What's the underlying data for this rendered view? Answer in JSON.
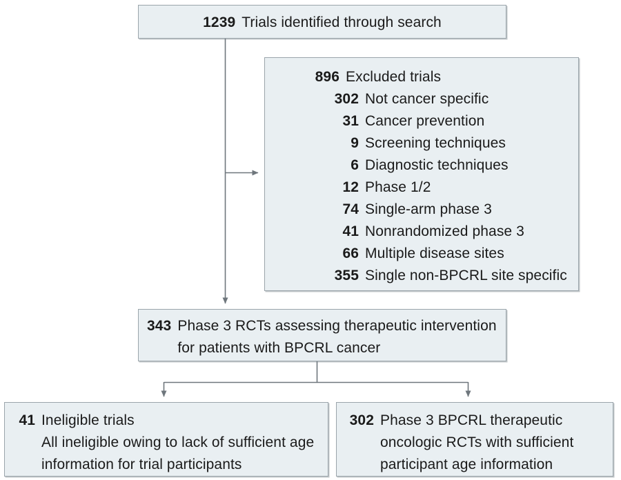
{
  "figure": {
    "type": "flow-diagram",
    "title": "Study selection flow diagram",
    "colors": {
      "box_fill": "#e9eff2",
      "box_border": "#9aa4aa",
      "connector": "#6e767c",
      "text": "#1a1a1a"
    }
  },
  "nodes": {
    "identified": {
      "count": "1239",
      "label": "Trials identified through search"
    },
    "excluded": {
      "count": "896",
      "label": "Excluded trials",
      "reasons": [
        {
          "count": "302",
          "label": "Not cancer specific"
        },
        {
          "count": "31",
          "label": "Cancer prevention"
        },
        {
          "count": "9",
          "label": "Screening techniques"
        },
        {
          "count": "6",
          "label": "Diagnostic techniques"
        },
        {
          "count": "12",
          "label": "Phase 1/2"
        },
        {
          "count": "74",
          "label": "Single-arm phase 3"
        },
        {
          "count": "41",
          "label": "Nonrandomized phase 3"
        },
        {
          "count": "66",
          "label": "Multiple disease sites"
        },
        {
          "count": "355",
          "label": "Single non-BPCRL site specific"
        }
      ]
    },
    "included_rcts": {
      "count": "343",
      "label": "Phase 3 RCTs assessing therapeutic intervention for patients with BPCRL cancer"
    },
    "ineligible": {
      "count": "41",
      "label": "Ineligible trials",
      "detail": "All ineligible owing to lack of sufficient age information for trial participants"
    },
    "sufficient": {
      "count": "302",
      "label": "Phase 3 BPCRL therapeutic oncologic RCTs with sufficient participant age information"
    }
  }
}
